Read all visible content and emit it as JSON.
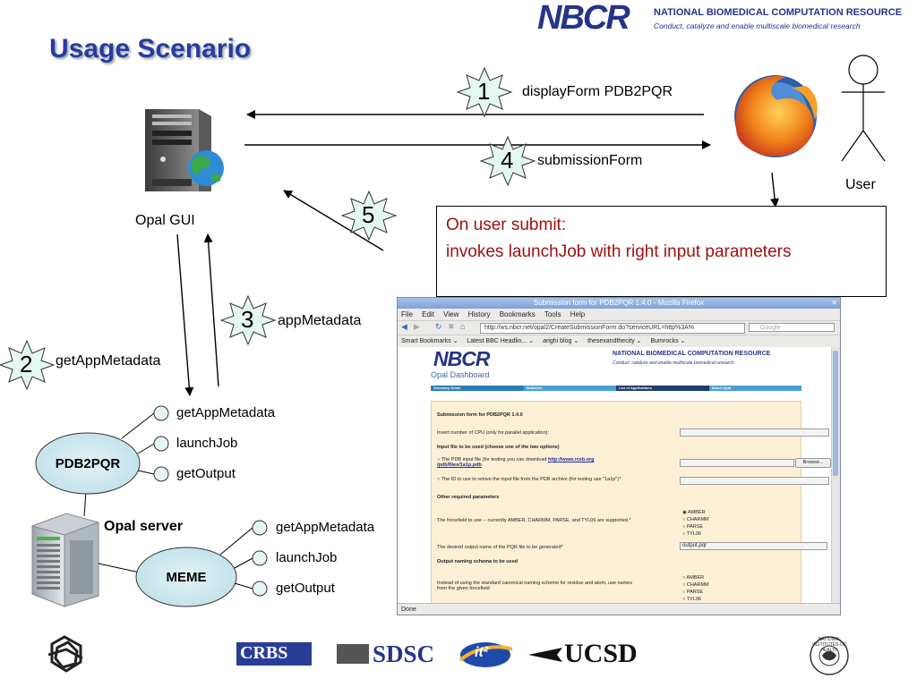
{
  "title": "Usage Scenario",
  "header_logo": {
    "mark": "NBCR",
    "org": "NATIONAL BIOMEDICAL COMPUTATION RESOURCE",
    "tagline": "Conduct, catalyze and enable multiscale biomedical research"
  },
  "nodes": {
    "opal_gui": "Opal GUI",
    "user": "User",
    "opal_server": "Opal server",
    "pdb2pqr": "PDB2PQR",
    "meme": "MEME"
  },
  "steps": [
    {
      "num": "1",
      "label": "displayForm PDB2PQR"
    },
    {
      "num": "2",
      "label": "getAppMetadata"
    },
    {
      "num": "3",
      "label": "appMetadata"
    },
    {
      "num": "4",
      "label": "submissionForm"
    },
    {
      "num": "5",
      "label": ""
    }
  ],
  "callout": {
    "line1": "On user submit:",
    "line2": "invokes launchJob with right input parameters"
  },
  "pdb2pqr_ops": [
    "getAppMetadata",
    "launchJob",
    "getOutput"
  ],
  "meme_ops": [
    "getAppMetadata",
    "launchJob",
    "getOutput"
  ],
  "browser": {
    "title": "Submission form for PDB2PQR 1.4.0 - Mozilla Firefox",
    "menu": [
      "File",
      "Edit",
      "View",
      "History",
      "Bookmarks",
      "Tools",
      "Help"
    ],
    "url": "http://ws.nbcr.net/opal2/CreateSubmissionForm.do?serviceURL=http%3A%",
    "search_placeholder": "Google",
    "bookmarks": [
      "Smart Bookmarks ⌄",
      "Latest BBC Headlin... ⌄",
      "arighi blog ⌄",
      "thesexandthecity ⌄",
      "Bumrocks ⌄"
    ],
    "status": "Done",
    "page": {
      "logo": "NBCR",
      "org": "NATIONAL BIOMEDICAL COMPUTATION RESOURCE",
      "tagline": "Conduct, catalyze and enable multiscale biomedical research",
      "dashboard": "Opal Dashboard",
      "tabs": [
        "Summary Home",
        "Statistics",
        "List of Applications",
        "About Opal"
      ],
      "form_title": "Submission form for PDB2PQR 1.4.0",
      "cpu_label": "Insert number of CPU (only for parallel application):",
      "input_section": "Input file to be used (choose one of the two options)",
      "pdb_option": "The PDB input file (for testing you can download",
      "pdb_link": "http://www.rcsb.org /pdb/files/1a1p.pdb",
      "browse": "Browse...",
      "id_option": "The ID to use to retrive the input file from the PDB archive (for testing use \"1a1p\")*",
      "other_params": "Other required parameters",
      "forcefield_label": "The forcefield to use -- currently AMBER, CHARMM, PARSE, and TYL06 are supported.*",
      "forcefields": [
        "AMBER",
        "CHARMM",
        "PARSE",
        "TYL06"
      ],
      "output_label": "The desired output name of the PQR file to be generated*",
      "output_value": "output.pqr",
      "naming_section": "Output naming schema to be used",
      "naming_label": "Instead of using the standard canonical naming scheme for residue and atom, use names from the given forcefield",
      "naming_options": [
        "AMBER",
        "CHARMM",
        "PARSE",
        "TYL06"
      ]
    }
  },
  "footer_logos": [
    "CRBS",
    "SDSC",
    "it²",
    "UCSD",
    "NATIONAL INSTITUTES OF HEALTH"
  ]
}
